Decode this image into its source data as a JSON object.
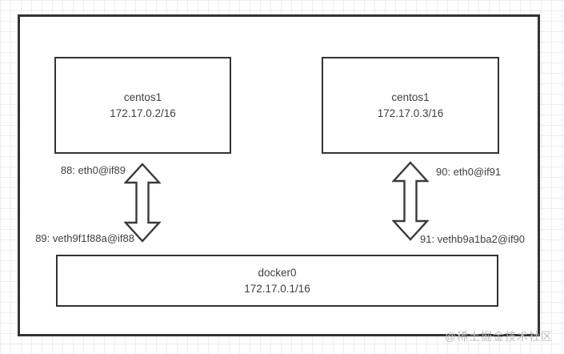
{
  "diagram": {
    "nodes": {
      "container_left": {
        "name": "centos1",
        "ip": "172.17.0.2/16"
      },
      "container_right": {
        "name": "centos1",
        "ip": "172.17.0.3/16"
      },
      "bridge": {
        "name": "docker0",
        "ip": "172.17.0.1/16"
      }
    },
    "interface_labels": {
      "left_top": "88: eth0@if89",
      "left_bottom": "89: veth9f1f88a@if88",
      "right_top": "90: eth0@if91",
      "right_bottom": "91: vethb9a1ba2@if90"
    },
    "watermark": "@稀土掘金技术社区",
    "colors": {
      "border": "#333333",
      "text": "#3f3f3f",
      "grid": "#ededed",
      "watermark": "#bdbdbd"
    }
  }
}
